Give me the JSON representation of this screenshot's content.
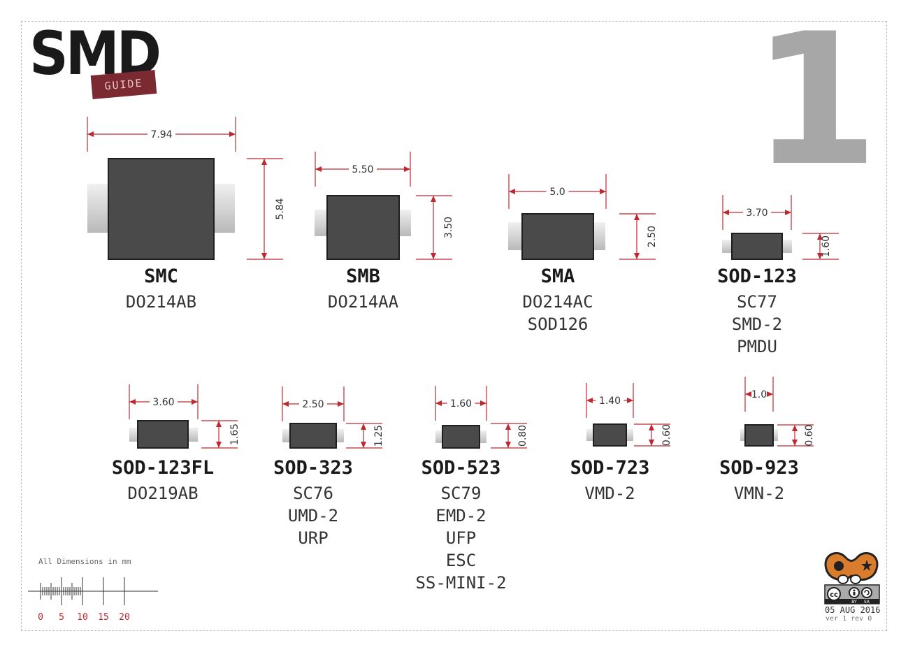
{
  "logo": {
    "title": "SMD",
    "tag": "GUIDE"
  },
  "page_number": "1",
  "packages": [
    {
      "name": "SMC",
      "aliases": [
        "DO214AB"
      ],
      "width": "7.94",
      "height": "5.84"
    },
    {
      "name": "SMB",
      "aliases": [
        "DO214AA"
      ],
      "width": "5.50",
      "height": "3.50"
    },
    {
      "name": "SMA",
      "aliases": [
        "DO214AC",
        "SOD126"
      ],
      "width": "5.0",
      "height": "2.50"
    },
    {
      "name": "SOD-123",
      "aliases": [
        "SC77",
        "SMD-2",
        "PMDU"
      ],
      "width": "3.70",
      "height": "1.60"
    },
    {
      "name": "SOD-123FL",
      "aliases": [
        "DO219AB"
      ],
      "width": "3.60",
      "height": "1.65"
    },
    {
      "name": "SOD-323",
      "aliases": [
        "SC76",
        "UMD-2",
        "URP"
      ],
      "width": "2.50",
      "height": "1.25"
    },
    {
      "name": "SOD-523",
      "aliases": [
        "SC79",
        "EMD-2",
        "UFP",
        "ESC",
        "SS-MINI-2"
      ],
      "width": "1.60",
      "height": "0.80"
    },
    {
      "name": "SOD-723",
      "aliases": [
        "VMD-2"
      ],
      "width": "1.40",
      "height": "0.60"
    },
    {
      "name": "SOD-923",
      "aliases": [
        "VMN-2"
      ],
      "width": "1.0",
      "height": "0.60"
    }
  ],
  "footer": {
    "note": "All Dimensions in mm",
    "scale_labels": [
      "0",
      "5",
      "10",
      "15",
      "20"
    ],
    "date": "05 AUG 2016",
    "version": "ver 1 rev 0",
    "license_icons": [
      "cc-icon",
      "by-icon",
      "sa-icon"
    ],
    "license_labels": [
      "BY",
      "SA"
    ]
  },
  "colors": {
    "body": "#4a4a4a",
    "leads": "#d8d8d8",
    "dimension": "#c0282f",
    "logo_tag": "#7a2a30",
    "mascot": "#d97c2b"
  }
}
